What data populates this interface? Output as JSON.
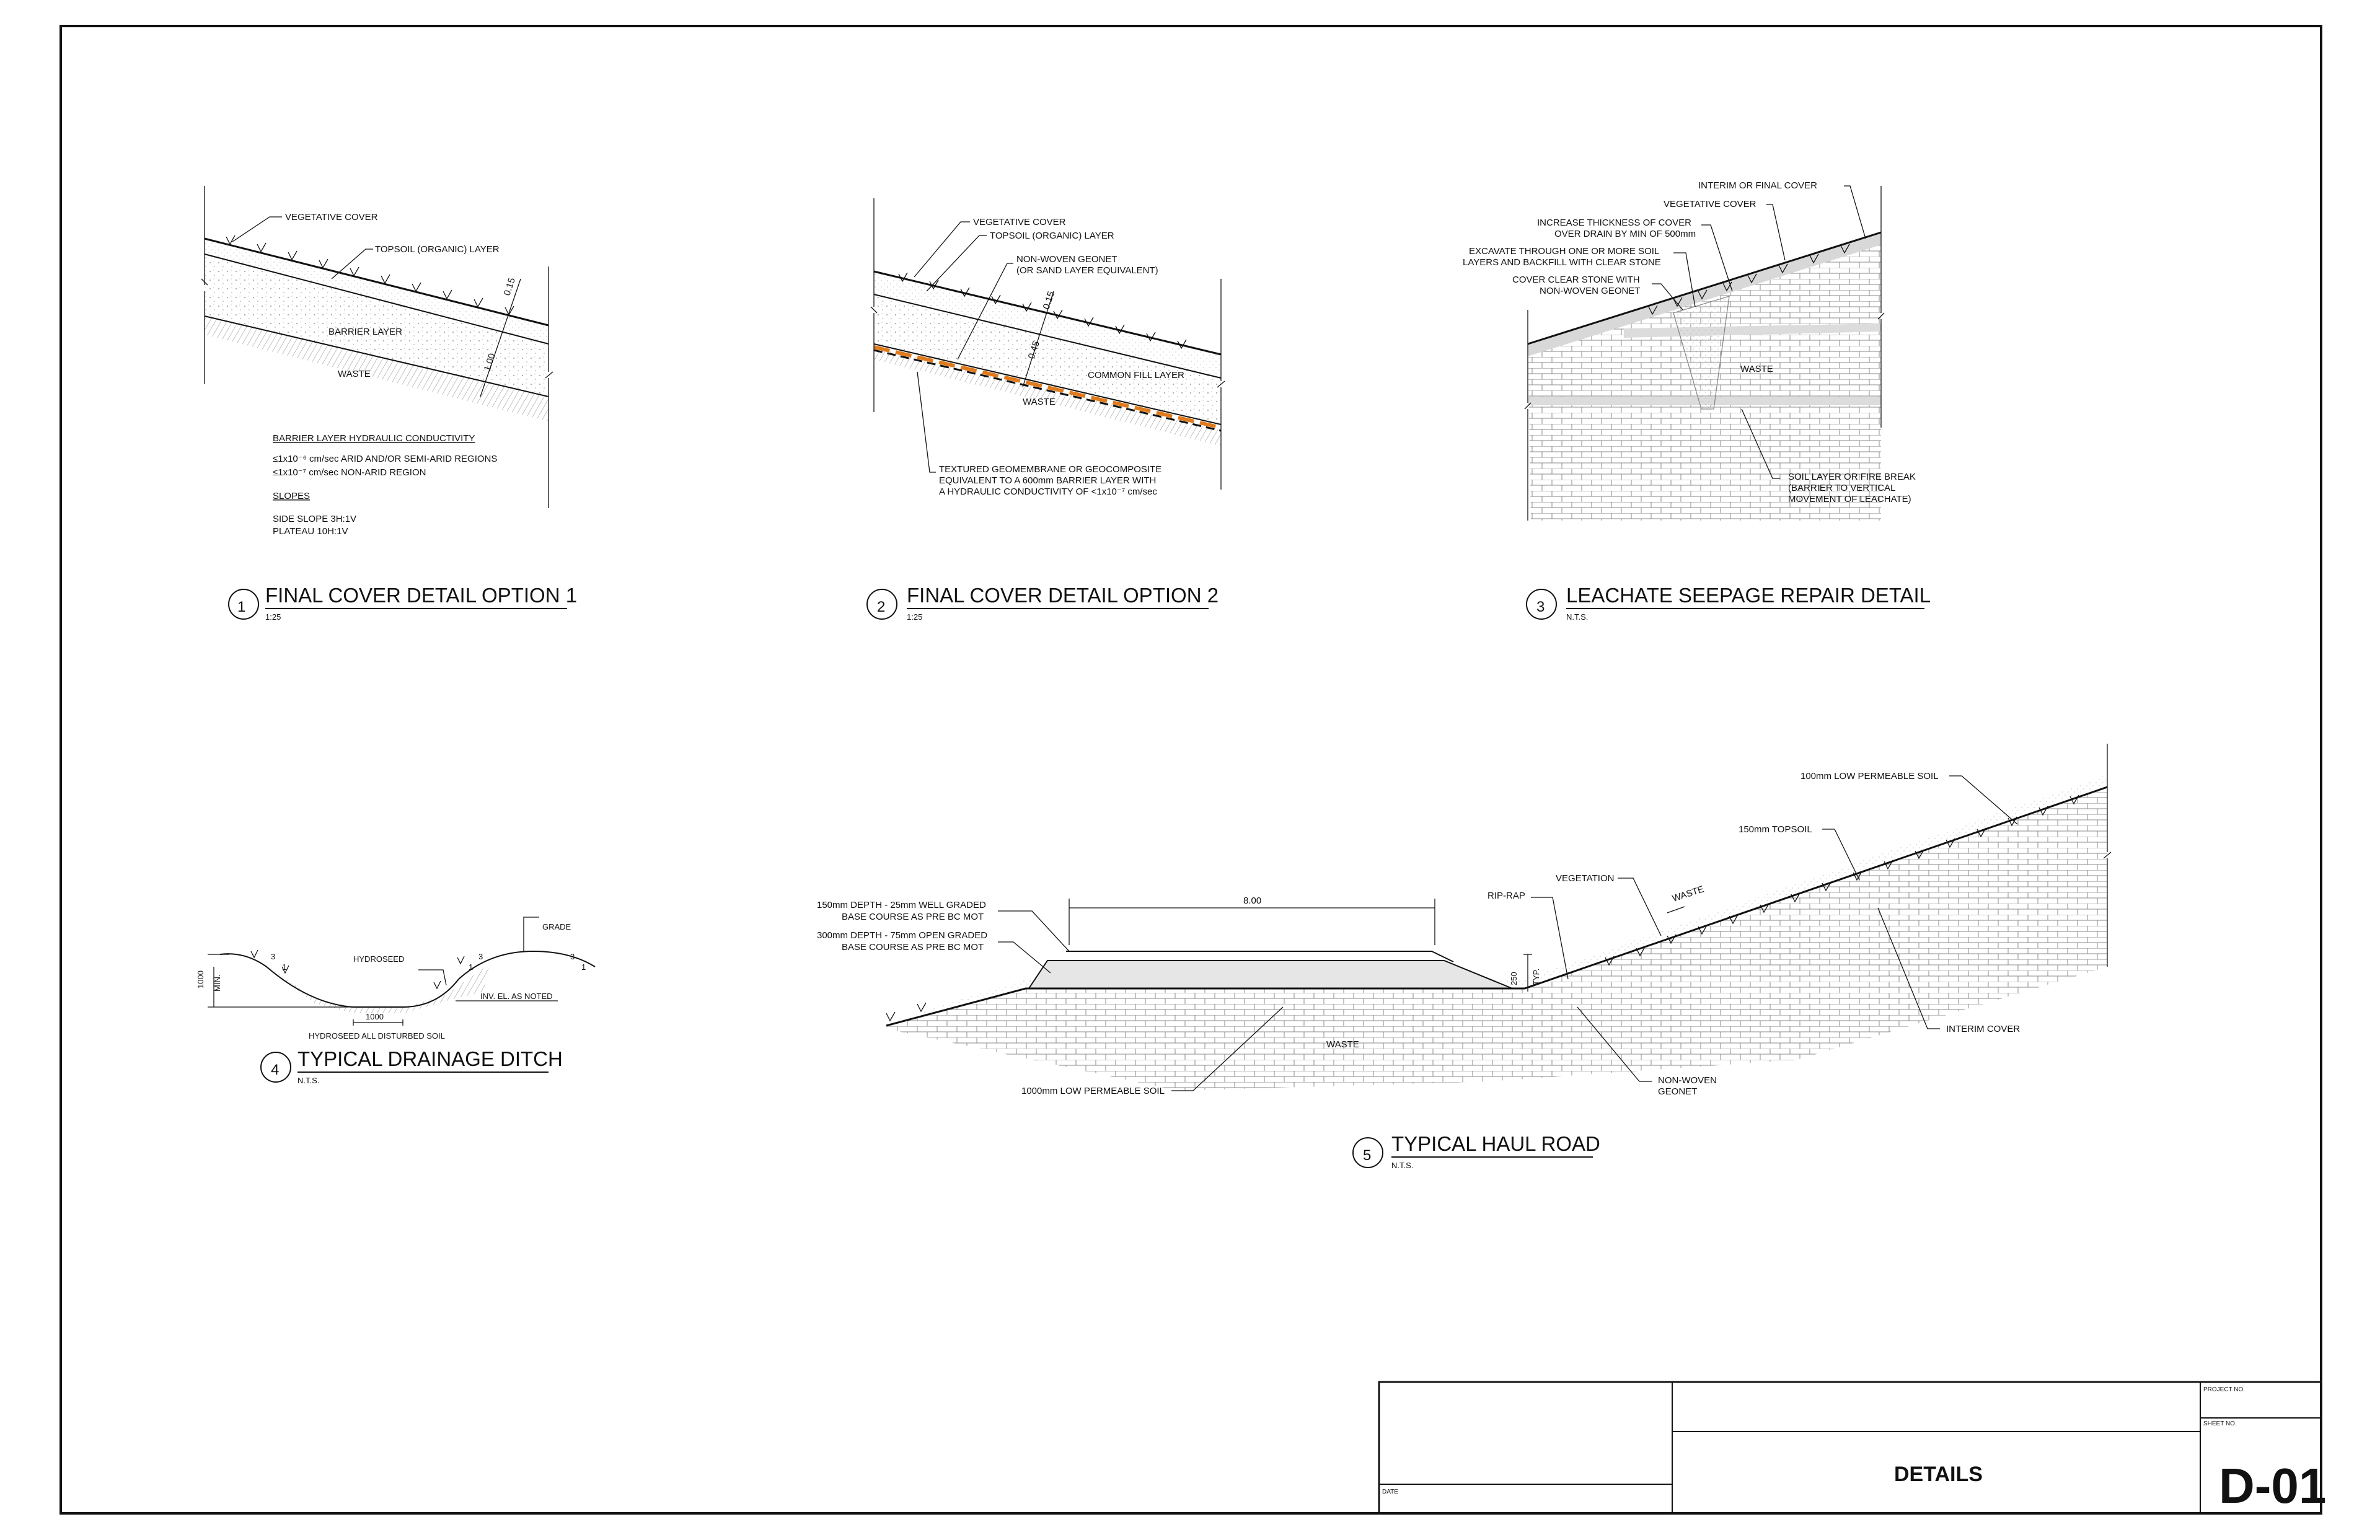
{
  "details": {
    "d1": {
      "number": "1",
      "title": "FINAL COVER DETAIL OPTION 1",
      "scale": "1:25",
      "labels": {
        "veg": "VEGETATIVE COVER",
        "topsoil": "TOPSOIL (ORGANIC) LAYER",
        "barrier": "BARRIER LAYER",
        "waste": "WASTE",
        "dim1": "0.15",
        "dim2": "1.00"
      },
      "notes": {
        "h1": "BARRIER LAYER HYDRAULIC CONDUCTIVITY",
        "n1": "≤1x10⁻⁶ cm/sec ARID AND/OR SEMI-ARID REGIONS",
        "n2": "≤1x10⁻⁷ cm/sec NON-ARID REGION",
        "h2": "SLOPES",
        "n3": "SIDE SLOPE 3H:1V",
        "n4": "PLATEAU 10H:1V"
      }
    },
    "d2": {
      "number": "2",
      "title": "FINAL COVER DETAIL OPTION 2",
      "scale": "1:25",
      "labels": {
        "veg": "VEGETATIVE COVER",
        "topsoil": "TOPSOIL (ORGANIC) LAYER",
        "geonet1": "NON-WOVEN GEONET",
        "geonet2": "(OR SAND LAYER EQUIVALENT)",
        "fill": "COMMON FILL LAYER",
        "waste": "WASTE",
        "dim1": "0.15",
        "dim2": "0.45",
        "geo1": "TEXTURED GEOMEMBRANE OR GEOCOMPOSITE",
        "geo2": "EQUIVALENT TO A 600mm BARRIER LAYER WITH",
        "geo3": "A HYDRAULIC CONDUCTIVITY OF <1x10⁻⁷ cm/sec"
      }
    },
    "d3": {
      "number": "3",
      "title": "LEACHATE SEEPAGE REPAIR DETAIL",
      "scale": "N.T.S.",
      "labels": {
        "interim": "INTERIM OR FINAL COVER",
        "veg": "VEGETATIVE COVER",
        "inc1": "INCREASE THICKNESS OF COVER",
        "inc2": "OVER DRAIN BY MIN OF 500mm",
        "exc1": "EXCAVATE THROUGH ONE OR MORE SOIL",
        "exc2": "LAYERS AND BACKFILL WITH CLEAR STONE",
        "cov1": "COVER CLEAR STONE WITH",
        "cov2": "NON-WOVEN GEONET",
        "waste": "WASTE",
        "soil1": "SOIL LAYER OR FIRE BREAK",
        "soil2": "(BARRIER TO VERTICAL",
        "soil3": "MOVEMENT OF LEACHATE)"
      }
    },
    "d4": {
      "number": "4",
      "title": "TYPICAL DRAINAGE DITCH",
      "scale": "N.T.S.",
      "labels": {
        "hydroseed": "HYDROSEED",
        "grade": "GRADE",
        "inv": "INV. EL. AS NOTED",
        "bottom": "1000",
        "depth": "1000",
        "min": "MIN.",
        "all": "HYDROSEED ALL DISTURBED SOIL",
        "s3": "3",
        "s1": "1"
      }
    },
    "d5": {
      "number": "5",
      "title": "TYPICAL HAUL ROAD",
      "scale": "N.T.S.",
      "labels": {
        "width": "8.00",
        "base1a": "150mm DEPTH - 25mm WELL GRADED",
        "base1b": "BASE COURSE AS PRE BC MOT",
        "base2a": "300mm DEPTH - 75mm OPEN GRADED",
        "base2b": "BASE COURSE AS PRE BC MOT",
        "lowperm": "1000mm LOW PERMEABLE SOIL",
        "waste": "WASTE",
        "waste2": "WASTE",
        "riprap": "RIP-RAP",
        "vegetation": "VEGETATION",
        "topsoil": "150mm TOPSOIL",
        "lowperm2": "100mm LOW PERMEABLE SOIL",
        "interim": "INTERIM COVER",
        "geonet1": "NON-WOVEN",
        "geonet2": "GEONET",
        "h": "250",
        "typ": "TYP."
      }
    }
  },
  "title_block": {
    "sheet_title": "DETAILS",
    "project_no_label": "PROJECT NO.",
    "sheet_no_label": "SHEET NO.",
    "sheet_no": "D-01",
    "date_label": "DATE"
  }
}
